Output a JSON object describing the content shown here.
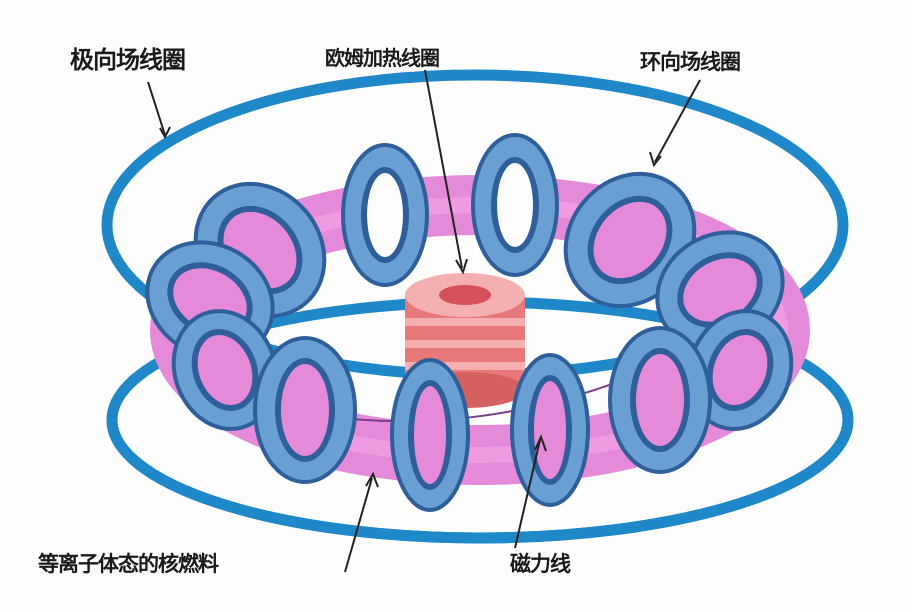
{
  "diagram": {
    "subject": "tokamak",
    "colors": {
      "poloidal_ring": "#1e88c8",
      "toroidal_coil_outer": "#6a9fd4",
      "toroidal_coil_inner": "#2f5f9a",
      "plasma": "#e58ad8",
      "ohmic_coil": "#e8787a",
      "ohmic_coil_light": "#f4b0b0"
    },
    "labels": {
      "poloidal_field_coil": "极向场线圈",
      "ohmic_heating_coil": "欧姆加热线圈",
      "toroidal_field_coil": "环向场线圈",
      "plasma_fuel": "等离子体态的核燃料",
      "magnetic_field_line": "磁力线"
    }
  }
}
